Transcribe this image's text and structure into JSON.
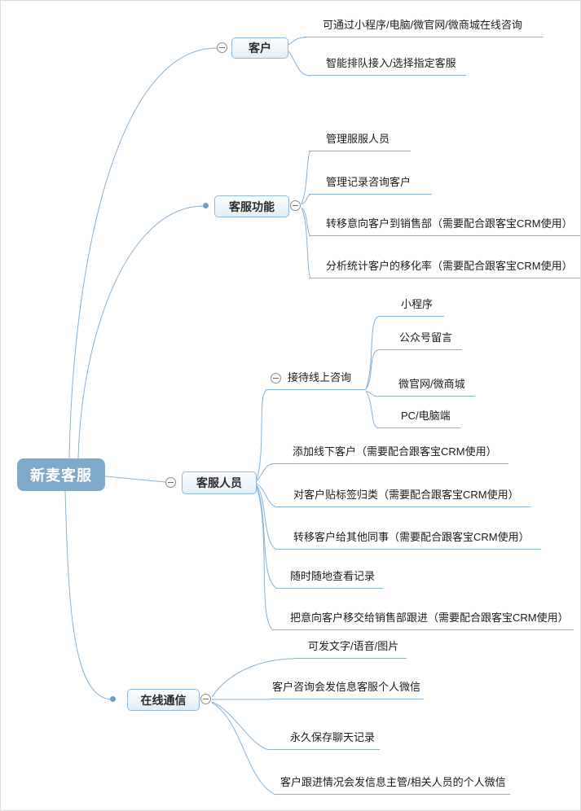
{
  "root": {
    "label": "新麦客服"
  },
  "branches": [
    {
      "label": "客户",
      "children": [
        {
          "label": "可通过小程序/电脑/微官网/微商城在线咨询"
        },
        {
          "label": "智能排队接入/选择指定客服"
        }
      ]
    },
    {
      "label": "客服功能",
      "children": [
        {
          "label": "管理服服人员"
        },
        {
          "label": "管理记录咨询客户"
        },
        {
          "label": "转移意向客户到销售部（需要配合跟客宝CRM使用）"
        },
        {
          "label": "分析统计客户的移化率（需要配合跟客宝CRM使用）"
        }
      ]
    },
    {
      "label": "客服人员",
      "children": [
        {
          "label": "接待线上咨询",
          "children": [
            {
              "label": "小程序"
            },
            {
              "label": "公众号留言"
            },
            {
              "label": "微官网/微商城"
            },
            {
              "label": "PC/电脑端"
            }
          ]
        },
        {
          "label": "添加线下客户（需要配合跟客宝CRM使用）"
        },
        {
          "label": "对客户贴标签归类（需要配合跟客宝CRM使用）"
        },
        {
          "label": "转移客户给其他同事（需要配合跟客宝CRM使用）"
        },
        {
          "label": "随时随地查看记录"
        },
        {
          "label": "把意向客户移交给销售部跟进（需要配合跟客宝CRM使用）"
        }
      ]
    },
    {
      "label": "在线通信",
      "children": [
        {
          "label": "可发文字/语音/图片"
        },
        {
          "label": "客户咨询会发信息客服个人微信"
        },
        {
          "label": "永久保存聊天记录"
        },
        {
          "label": "客户跟进情况会发信息主管/相关人员的个人微信"
        }
      ]
    }
  ],
  "icons": {
    "collapse": "minus-icon",
    "connector": "dot-icon"
  },
  "colors": {
    "root_fill": "#7fa9c9",
    "node_border": "#8fb9dc",
    "line": "#85b2d8",
    "text": "#1b1b1b"
  }
}
